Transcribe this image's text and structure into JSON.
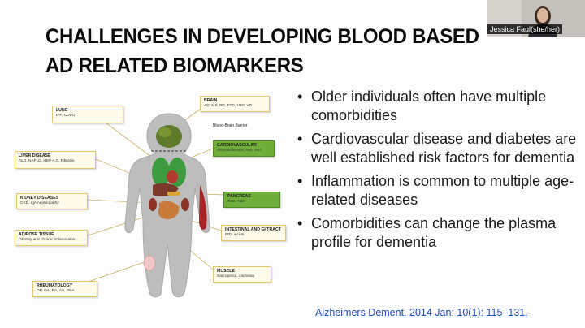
{
  "presenter": {
    "name": "Jessica Faul(she/her)"
  },
  "slide": {
    "title_line1": "CHALLENGES IN DEVELOPING BLOOD BASED",
    "title_line2": "AD RELATED BIOMARKERS",
    "bullets": [
      "Older individuals often have multiple comorbidities",
      "Cardiovascular disease and diabetes are well established risk factors for dementia",
      "Inflammation is common to multiple age-related diseases",
      "Comorbidities can change the plasma profile for dementia"
    ],
    "citation": "Alzheimers Dement. 2014 Jan; 10(1): 115–131."
  },
  "figure": {
    "blood_brain_barrier": "Blood-Brain Barrier",
    "boxes": [
      {
        "title": "BRAIN",
        "sub": "AD, MS, PD, FTD, LBD, VD"
      },
      {
        "title": "LUNG",
        "sub": "IPF, COPD"
      },
      {
        "title": "CARDIOVASCULAR",
        "sub": "Atherosclerosis, AMI, IHD"
      },
      {
        "title": "LIVER DISEASE",
        "sub": "ALD, NAFLD, HEP A C, Fibrosis"
      },
      {
        "title": "PANCREAS",
        "sub": "T2D, T1D"
      },
      {
        "title": "KIDNEY DISEASES",
        "sub": "CKD, IgA nephropathy"
      },
      {
        "title": "INTESTINAL AND GI TRACT",
        "sub": "IBD, ulcers"
      },
      {
        "title": "ADIPOSE TISSUE",
        "sub": "Obesity and chronic inflammation"
      },
      {
        "title": "MUSCLE",
        "sub": "Sarcopenia, cachexia"
      },
      {
        "title": "RHEUMATOLOGY",
        "sub": "OP, OA, RA, AS, PSA"
      }
    ]
  },
  "colors": {
    "title": "#0b0b0b",
    "link": "#1f4fb4",
    "box_fill": "#fffbea",
    "box_border": "#e6c76a",
    "box_green": "#6fae3a",
    "body_silhouette": "#bdbdbd"
  }
}
